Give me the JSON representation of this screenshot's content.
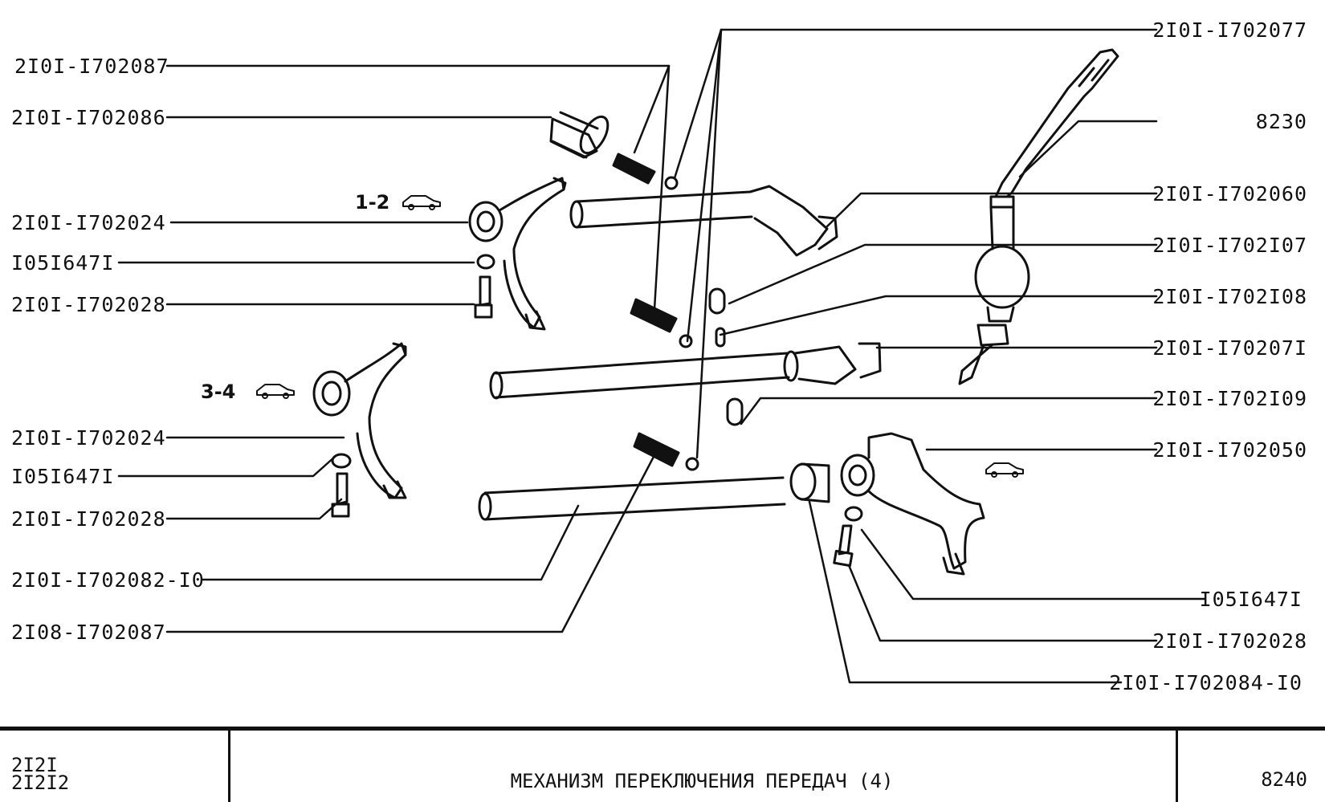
{
  "left_labels": [
    "2I0I-I702087",
    "2I0I-I702086",
    "2I0I-I702024",
    "I05I647I",
    "2I0I-I702028",
    "2I0I-I702024",
    "I05I647I",
    "2I0I-I702028",
    "2I0I-I702082-I0",
    "2I08-I702087"
  ],
  "right_labels": [
    "2I0I-I702077",
    "8230",
    "2I0I-I702060",
    "2I0I-I702I07",
    "2I0I-I702I08",
    "2I0I-I70207I",
    "2I0I-I702I09",
    "2I0I-I702050",
    "I05I647I",
    "2I0I-I702028",
    "2I0I-I702084-I0"
  ],
  "gear_labels": {
    "g12": "1-2",
    "g34": "3-4"
  },
  "title_block": {
    "models": [
      "2I2I",
      "2I2I2"
    ],
    "title": "МЕХАНИЗМ ПЕРЕКЛЮЧЕНИЯ ПЕРЕДАЧ (4)",
    "page": "8240"
  }
}
